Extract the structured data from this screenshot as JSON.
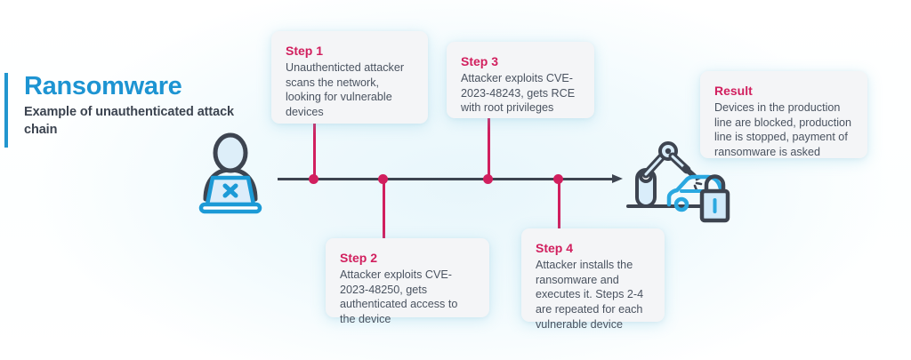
{
  "header": {
    "title": "Ransomware",
    "subtitle": "Example of unauthenticated attack chain",
    "accent_color": "#1d94d2",
    "subtitle_color": "#3c4450"
  },
  "theme": {
    "step_title_color": "#d11f5e",
    "timeline_color": "#3d4450",
    "card_background": "#f4f5f7",
    "body_text_color": "#4a5360",
    "icon_blue": "#2196cf",
    "icon_dark": "#3d4450"
  },
  "timeline": {
    "node_count": 4,
    "direction": "left-to-right",
    "arrow_head": true,
    "nodes": [
      {
        "id": "node-1",
        "x_pct": 10.5,
        "connector": "up"
      },
      {
        "id": "node-2",
        "x_pct": 30.5,
        "connector": "down"
      },
      {
        "id": "node-3",
        "x_pct": 60.5,
        "connector": "up"
      },
      {
        "id": "node-4",
        "x_pct": 80.5,
        "connector": "down"
      }
    ]
  },
  "steps": [
    {
      "id": "step-1",
      "title": "Step 1",
      "body": "Unauthenticted attacker scans the network, looking for vulnerable devices",
      "position": "above"
    },
    {
      "id": "step-2",
      "title": "Step 2",
      "body": "Attacker exploits CVE-2023-48250, gets authenticated access to the device",
      "position": "below"
    },
    {
      "id": "step-3",
      "title": "Step 3",
      "body": "Attacker exploits CVE-2023-48243,  gets RCE with root privileges",
      "position": "above"
    },
    {
      "id": "step-4",
      "title": "Step 4",
      "body": "Attacker installs the ransomware and executes it. Steps 2-4 are repeated for each vulnerable device",
      "position": "below"
    }
  ],
  "result": {
    "id": "result",
    "title": "Result",
    "body": "Devices in the production line are blocked, production line is stopped, payment of ransomware is asked"
  },
  "icons": {
    "attacker": "attacker-at-laptop-icon",
    "production": "robotic-arm-car-padlock-icon"
  }
}
